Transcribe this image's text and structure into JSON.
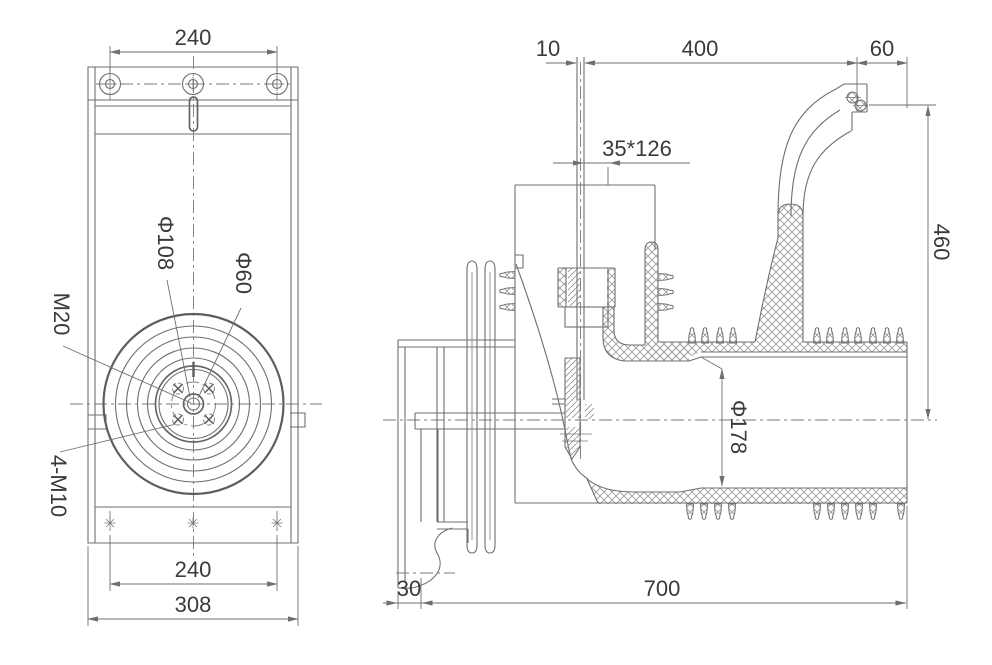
{
  "drawing": {
    "background_color": "#ffffff",
    "line_color": "#6f6f6f",
    "text_color": "#3a3a3a",
    "front_view": {
      "dim_top_hole_spacing": "240",
      "dim_bottom_hole_spacing": "240",
      "dim_overall_width": "308",
      "label_shed_diameter": "Φ108",
      "label_opening_diameter": "Φ60",
      "label_center_stud": "M20",
      "label_mounting_holes": "4-M10"
    },
    "section_view": {
      "dim_conductor_offset": "10",
      "dim_upper_section_length": "400",
      "dim_terminal_overhang": "60",
      "dim_overall_height": "460",
      "dim_terminal_pad": "35*126",
      "label_bore_diameter": "Φ178",
      "dim_flange_thickness": "30",
      "dim_overall_length": "700"
    }
  }
}
